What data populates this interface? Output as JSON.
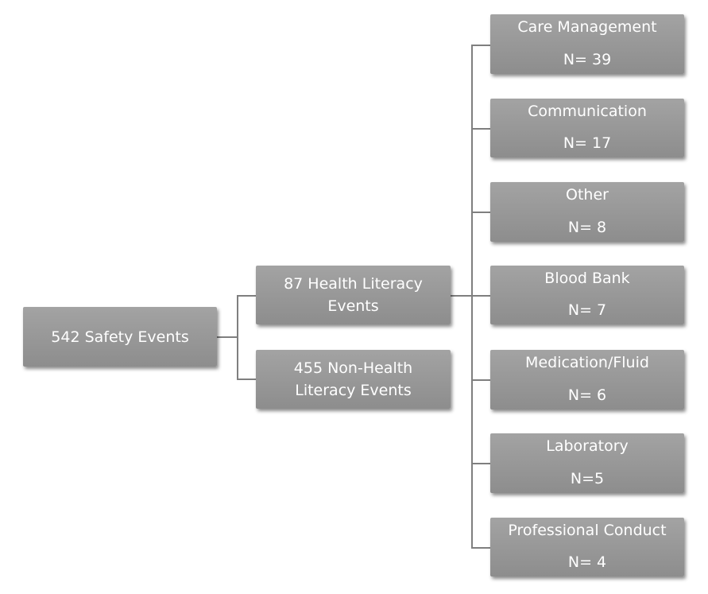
{
  "root": {
    "label": "542 Safety Events"
  },
  "level1": [
    {
      "line1": "87 Health Literacy",
      "line2": "Events"
    },
    {
      "line1": "455 Non-Health",
      "line2": "Literacy Events"
    }
  ],
  "categories": [
    {
      "name": "Care Management",
      "count": "N= 39"
    },
    {
      "name": "Communication",
      "count": "N= 17"
    },
    {
      "name": "Other",
      "count": "N= 8"
    },
    {
      "name": "Blood Bank",
      "count": "N= 7"
    },
    {
      "name": "Medication/Fluid",
      "count": "N= 6"
    },
    {
      "name": "Laboratory",
      "count": "N=5"
    },
    {
      "name": "Professional Conduct",
      "count": "N= 4"
    }
  ],
  "colors": {
    "box": "#999999",
    "text": "#ffffff",
    "connector": "#7f7f7f"
  }
}
